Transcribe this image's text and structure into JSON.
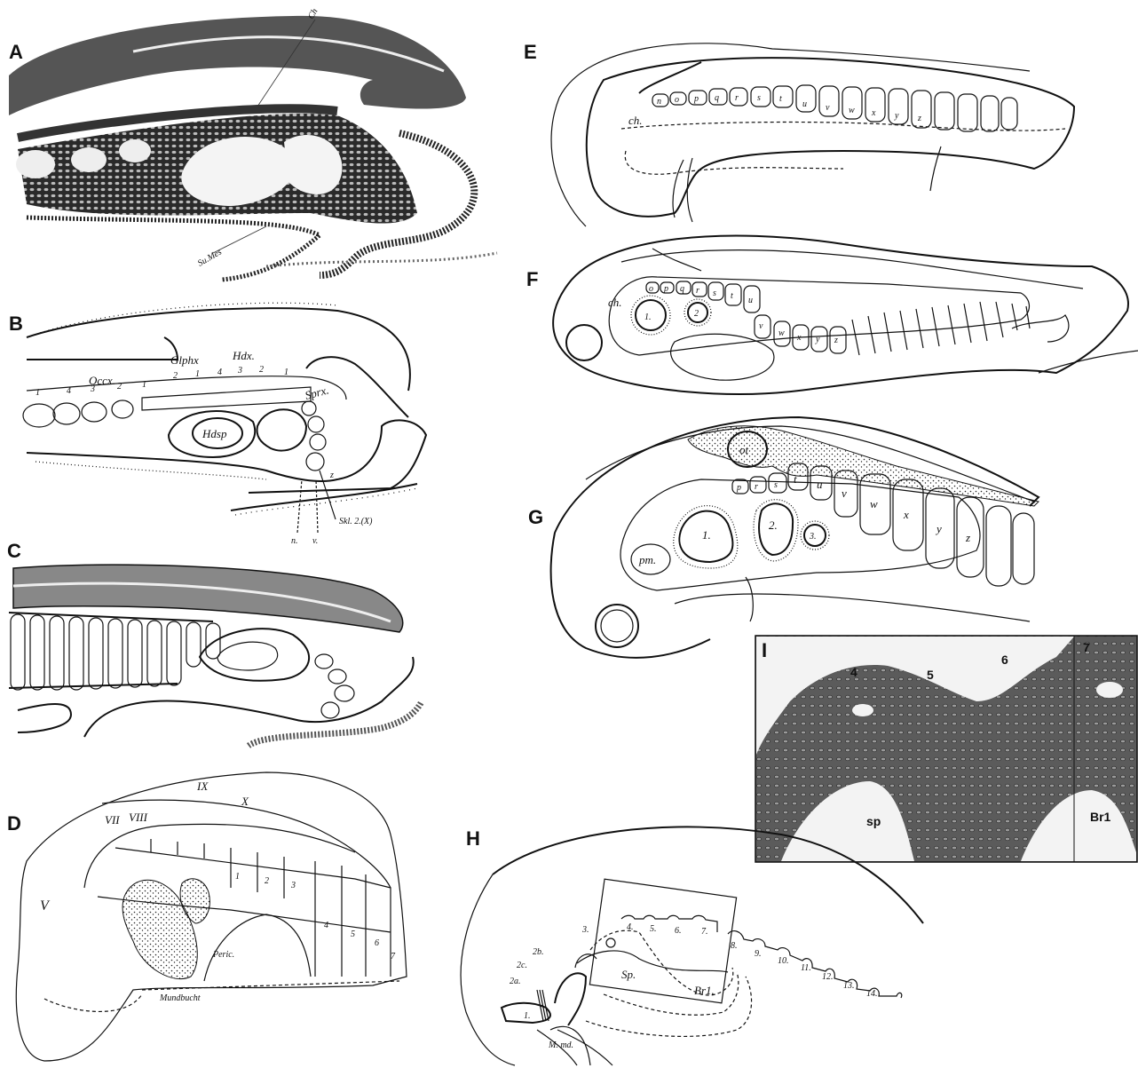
{
  "panels": {
    "A": {
      "label": "A",
      "labels": {
        "ch": "Ch",
        "sumes": "Su.Mes"
      }
    },
    "B": {
      "label": "B",
      "labels": {
        "occx": "Occx.",
        "glphx": "Glphx",
        "hdx": "Hdx.",
        "sprx": "Sprx.",
        "hdsp": "Hdsp",
        "skl": "Skl. 2.(X)",
        "n": "n.",
        "v": "v.",
        "z": "z",
        "nums_occ": [
          "1",
          "4",
          "3",
          "2",
          "1"
        ],
        "nums_glph": [
          "2",
          "1",
          "4"
        ],
        "nums_hd": [
          "3",
          "2",
          "1"
        ]
      }
    },
    "C": {
      "label": "C"
    },
    "D": {
      "label": "D",
      "labels": {
        "vii": "VII",
        "viii": "VIII",
        "ix": "IX",
        "x": "X",
        "v": "V",
        "peric": "Peric.",
        "mundbucht": "Mundbucht"
      },
      "nums": [
        "1",
        "2",
        "3",
        "4",
        "5",
        "6",
        "7"
      ]
    },
    "E": {
      "label": "E",
      "labels": {
        "ch": "ch."
      },
      "letters": [
        "n",
        "o",
        "p",
        "q",
        "r",
        "s",
        "t",
        "u",
        "v",
        "w",
        "x",
        "y",
        "z"
      ]
    },
    "F": {
      "label": "F",
      "labels": {
        "ch": "ch.",
        "one": "1.",
        "two": "2"
      },
      "letters": [
        "o",
        "p",
        "q",
        "r",
        "s",
        "t",
        "u",
        "v",
        "w",
        "x",
        "y",
        "z"
      ]
    },
    "G": {
      "label": "G",
      "labels": {
        "ot": "ot",
        "pm": "pm.",
        "one": "1.",
        "two": "2.",
        "three": "3."
      },
      "letters": [
        "p",
        "r",
        "s",
        "t",
        "u",
        "v",
        "w",
        "x",
        "y",
        "z"
      ]
    },
    "H": {
      "label": "H",
      "labels": {
        "three": "3.",
        "two_b": "2b.",
        "two_c": "2c.",
        "two_a": "2a.",
        "one": "1.",
        "sp": "Sp.",
        "br1": "Br1.",
        "mmd": "M. md."
      },
      "nums": [
        "4.",
        "5.",
        "6.",
        "7.",
        "8.",
        "9.",
        "10.",
        "11.",
        "12.",
        "13.",
        "14."
      ]
    },
    "I": {
      "label": "I",
      "labels": {
        "n4": "4",
        "n5": "5",
        "n6": "6",
        "n7": "7",
        "sp": "sp",
        "br1": "Br1"
      }
    }
  }
}
